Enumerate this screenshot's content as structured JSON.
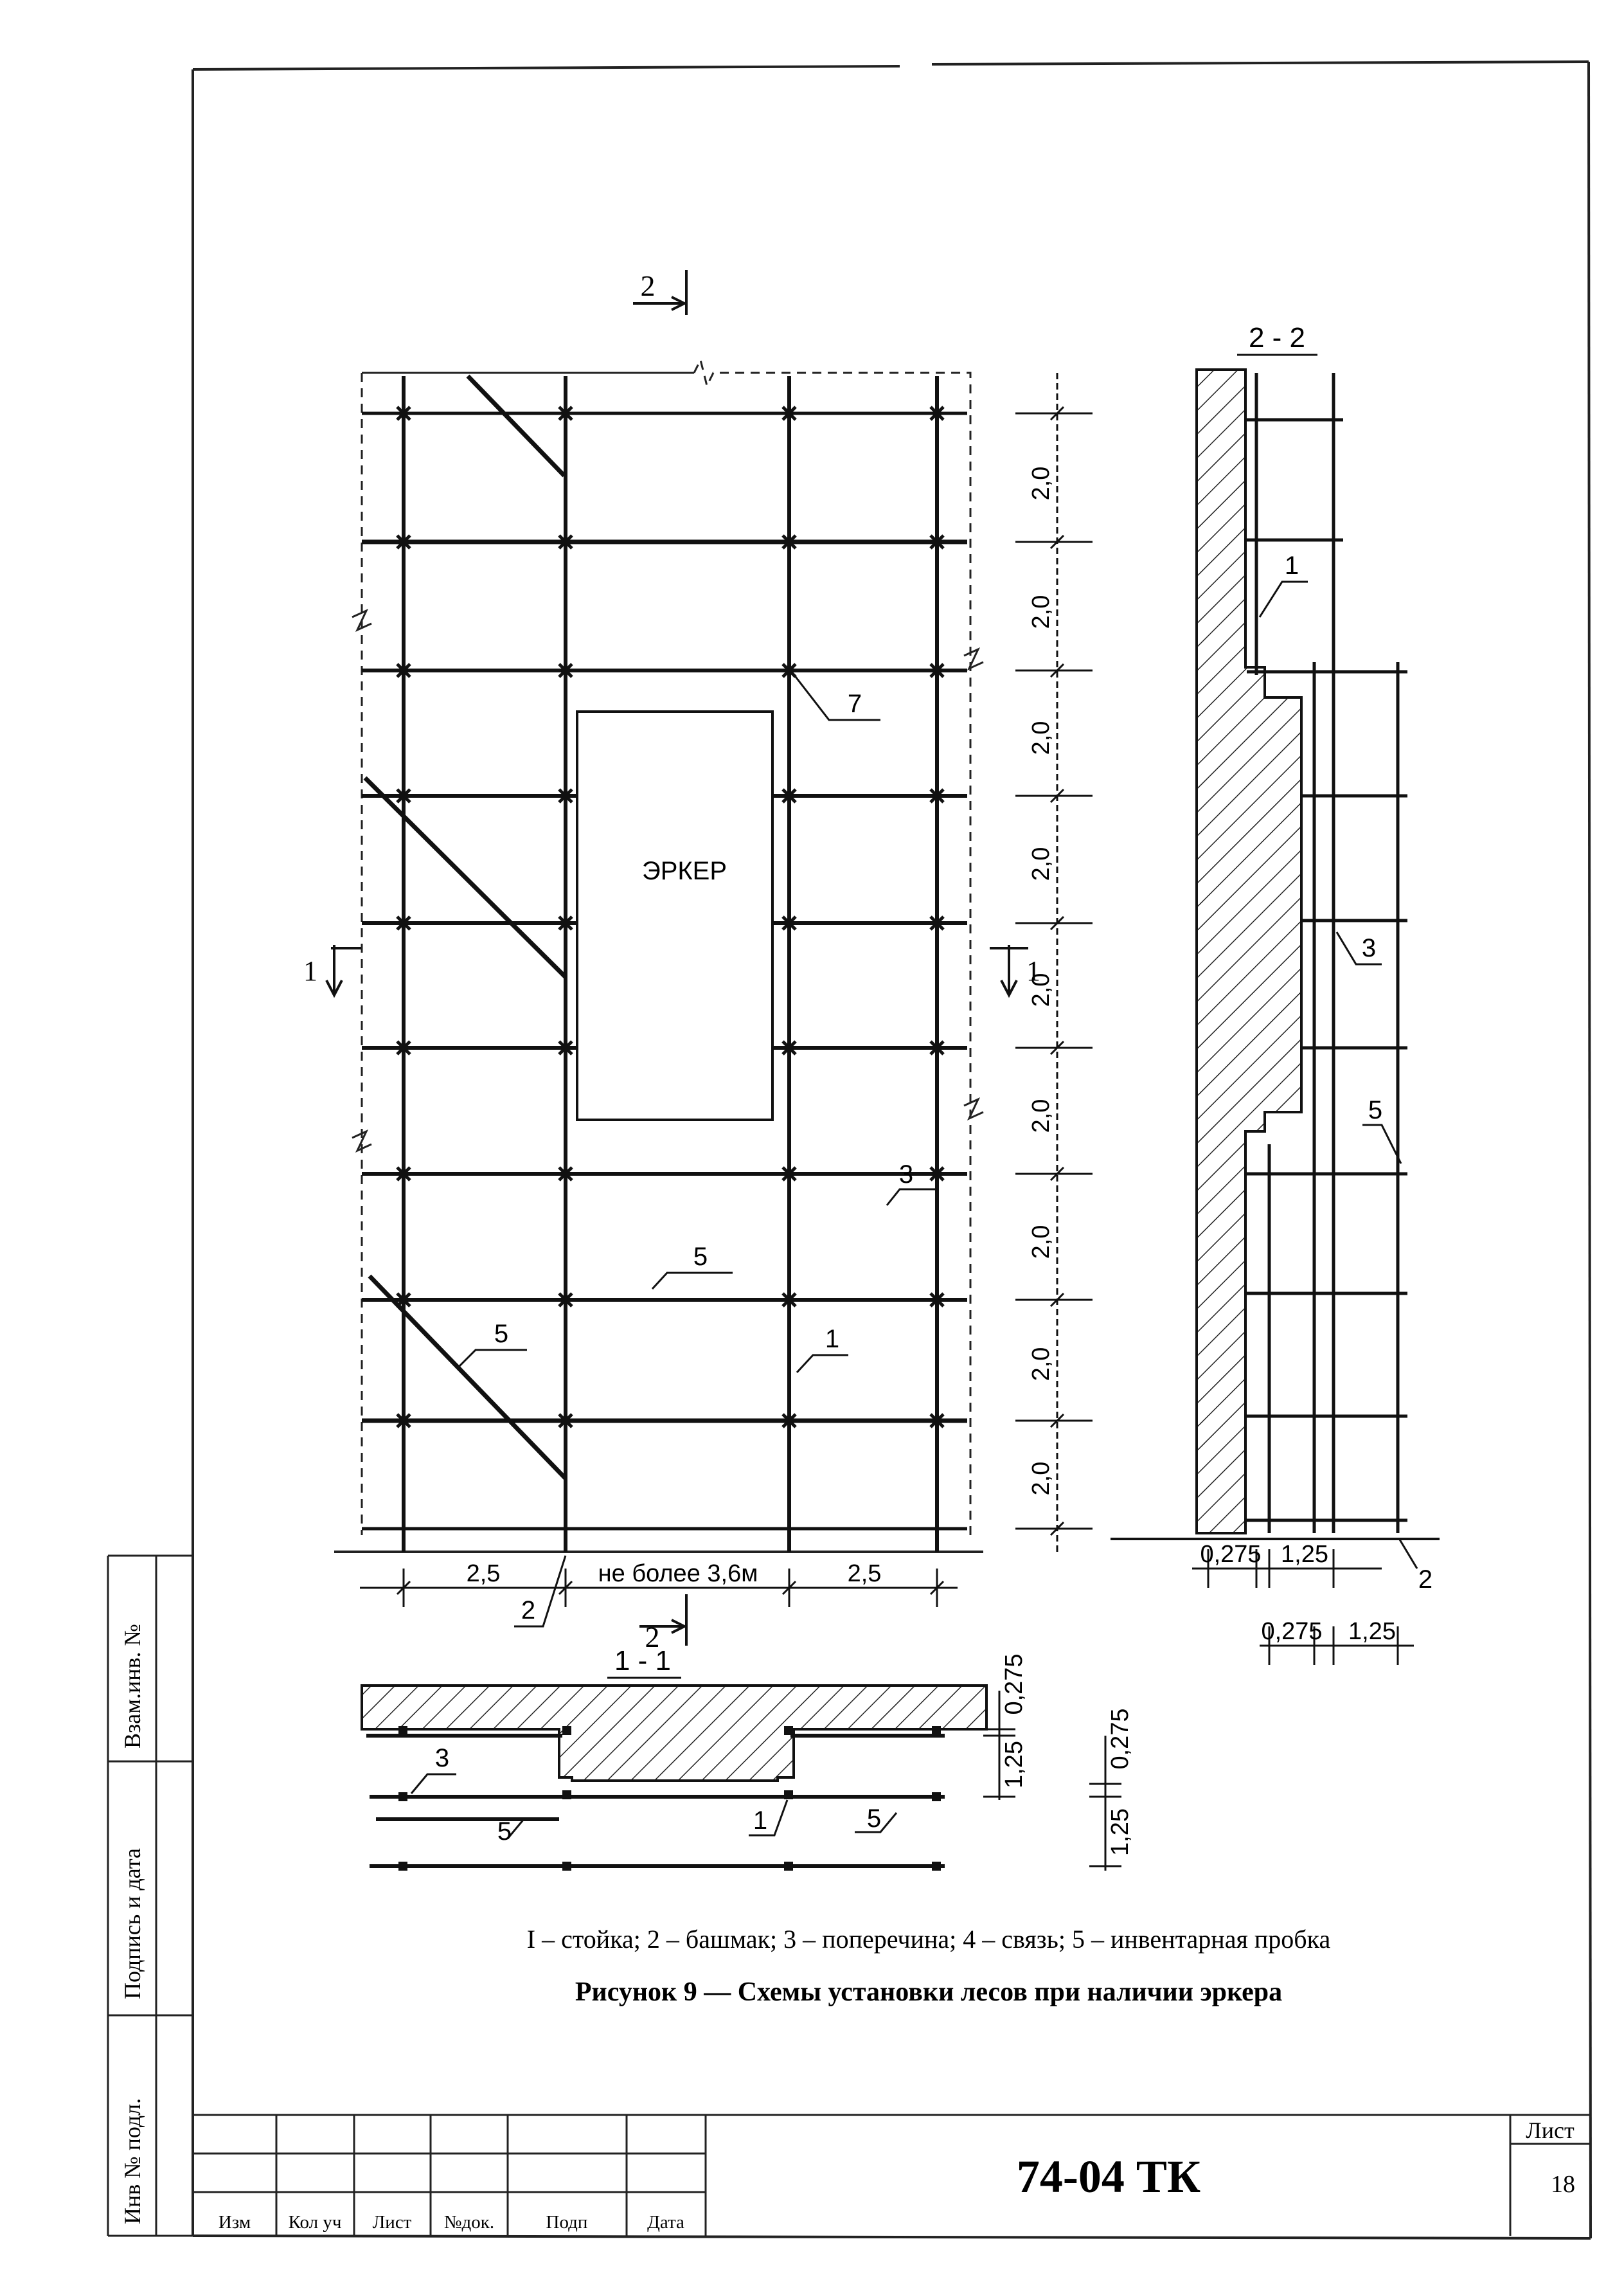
{
  "sheet": {
    "code": "74-04 ТК",
    "sheet_label": "Лист",
    "sheet_number": "18"
  },
  "side_stamp": {
    "field1": "Взам.инв. №",
    "field2": "Подпись и дата",
    "field3": "Инв № подл."
  },
  "title_block": {
    "cols": [
      "Изм",
      "Кол уч",
      "Лист",
      "№док.",
      "Подп",
      "Дата"
    ]
  },
  "elevation": {
    "window_label": "ЭРКЕР",
    "section_2_mark": "2",
    "section_1_left": "1",
    "section_1_right": "1",
    "callouts": {
      "c7": "7",
      "c3": "3",
      "c5a": "5",
      "c5b": "5",
      "c1": "1",
      "c2": "2"
    },
    "bottom_dims": [
      "2,5",
      "не более 3,6м",
      "2,5"
    ],
    "level_dims": [
      "2,0",
      "2,0",
      "2,0",
      "2,0",
      "2,0",
      "2,0",
      "2,0",
      "2,0",
      "2,0"
    ],
    "bottom_section_mark": "2"
  },
  "section_2_2": {
    "title": "2 - 2",
    "callouts": {
      "c1": "1",
      "c3": "3",
      "c5": "5",
      "c2": "2"
    },
    "dims_row1": [
      "0,275",
      "1,25"
    ],
    "dims_row2": [
      "0,275",
      "1,25"
    ]
  },
  "section_1_1": {
    "title": "1 - 1",
    "callouts": {
      "c3": "3",
      "c5a": "5",
      "c1": "1",
      "c5b": "5"
    },
    "dims_a": [
      "0,275",
      "1,25"
    ],
    "dims_b": [
      "0,275",
      "1,25"
    ]
  },
  "legend": "I – стойка; 2 – башмак; 3 – поперечина; 4 – связь; 5 – инвентарная пробка",
  "caption": "Рисунок 9 — Схемы установки лесов при наличии эркера"
}
